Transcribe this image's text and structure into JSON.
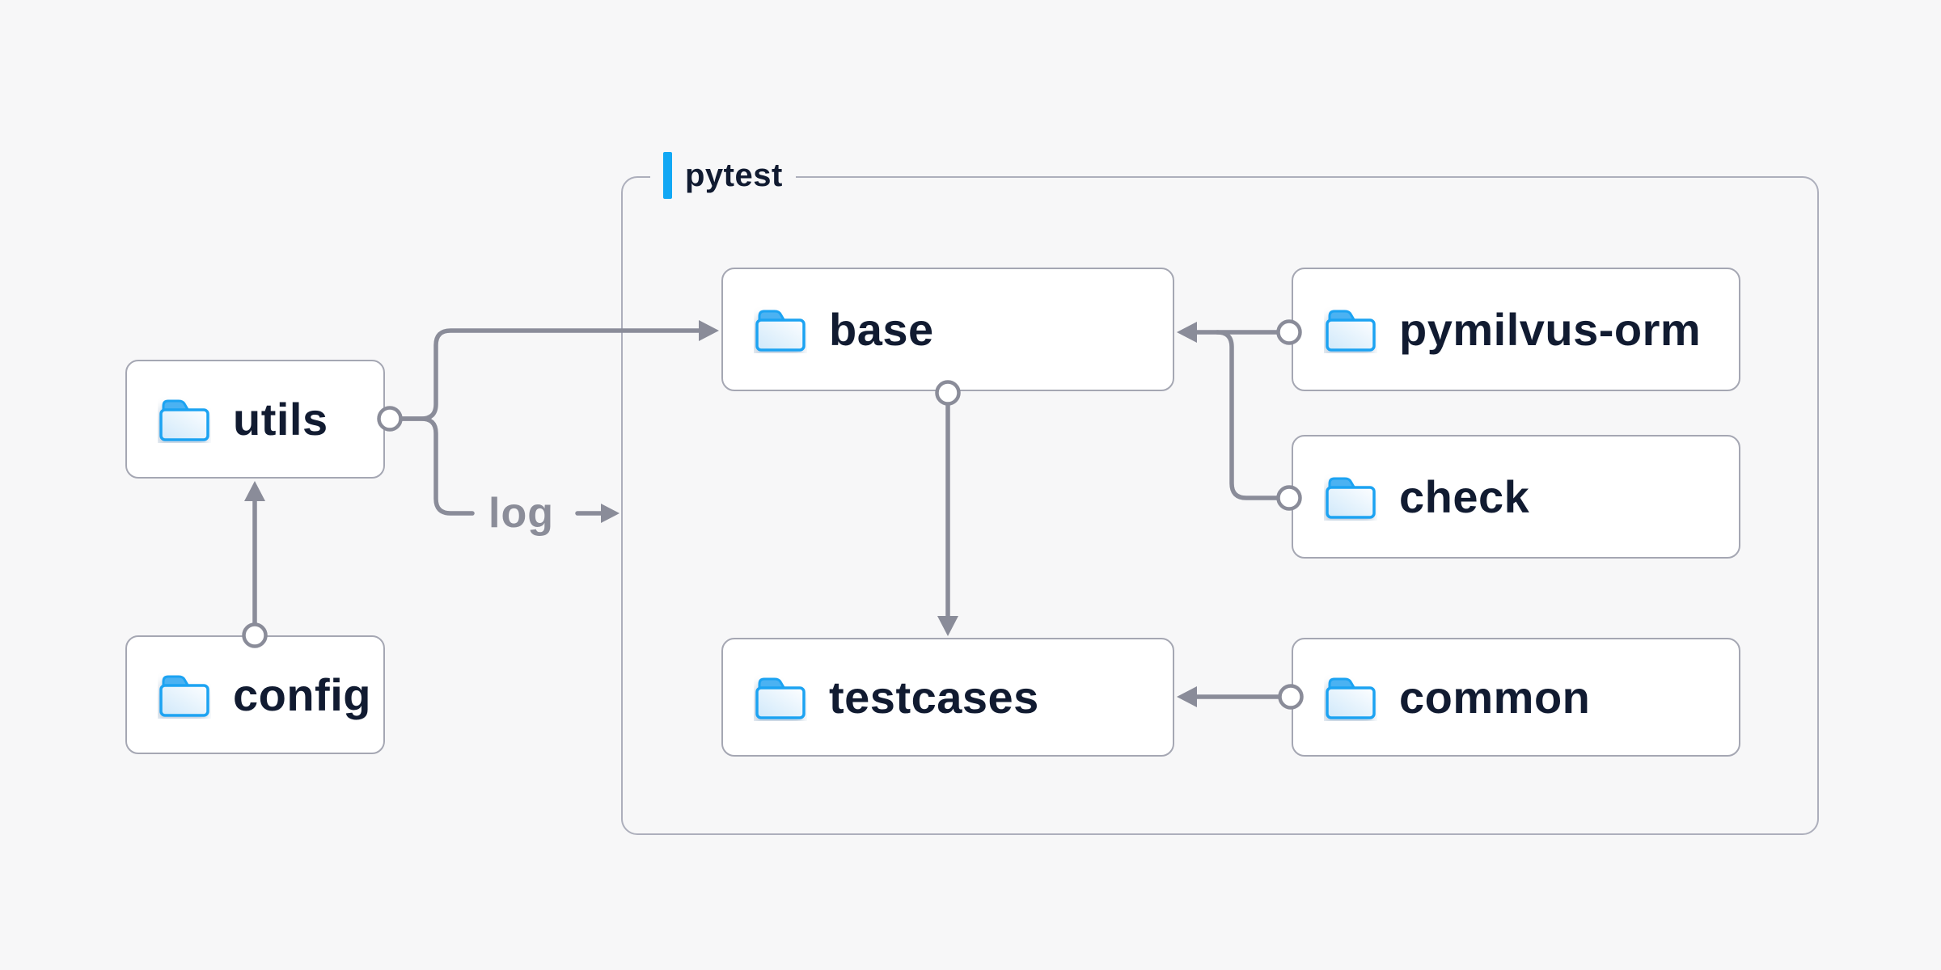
{
  "container": {
    "label": "pytest"
  },
  "nodes": [
    {
      "id": "utils",
      "label": "utils"
    },
    {
      "id": "config",
      "label": "config"
    },
    {
      "id": "base",
      "label": "base"
    },
    {
      "id": "testcases",
      "label": "testcases"
    },
    {
      "id": "pymilvus-orm",
      "label": "pymilvus-orm"
    },
    {
      "id": "check",
      "label": "check"
    },
    {
      "id": "common",
      "label": "common"
    }
  ],
  "edges": {
    "log_label": "log",
    "connections": [
      {
        "from": "config",
        "to": "utils"
      },
      {
        "from": "utils",
        "to": "base"
      },
      {
        "from": "utils",
        "to": "log"
      },
      {
        "from": "base",
        "to": "testcases"
      },
      {
        "from": "pymilvus-orm",
        "to": "base"
      },
      {
        "from": "check",
        "to": "base"
      },
      {
        "from": "common",
        "to": "testcases"
      }
    ]
  },
  "colors": {
    "background": "#f7f7f8",
    "node-fill": "#ffffff",
    "node-border": "#a5a7b3",
    "container-border": "#adafbc",
    "connector": "#8a8c99",
    "accent-blue": "#12a8f4",
    "folder-stroke": "#1ba3f2",
    "folder-tab": "#4cb2f2",
    "folder-fill-top": "#fdfeff",
    "folder-fill-bottom": "#cfe8fa",
    "text": "#111b31",
    "edge-label": "#8b8d99"
  }
}
